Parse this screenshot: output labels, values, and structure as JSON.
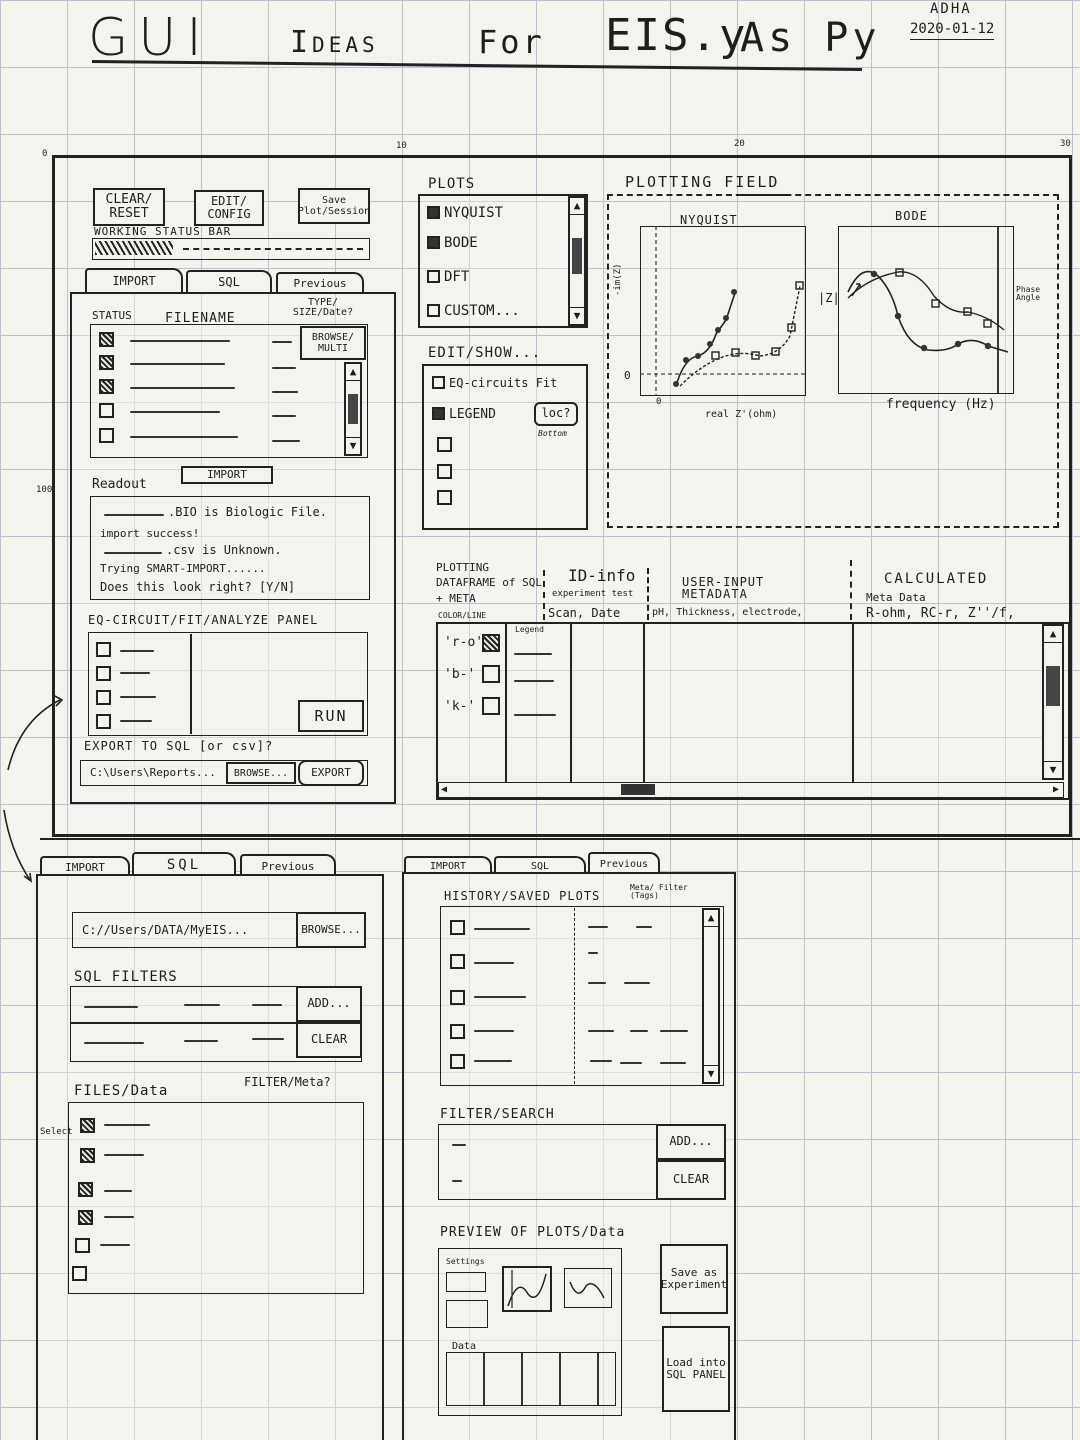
{
  "header": {
    "title_words": [
      "GUI",
      "Ideas",
      "For",
      "EIS.y",
      "As Py"
    ],
    "author": "ADHA",
    "date": "2020-01-12"
  },
  "ruler": {
    "marks": [
      "0",
      "10",
      "20",
      "30",
      "100"
    ]
  },
  "top_panel": {
    "buttons": {
      "clear": "CLEAR/ RESET",
      "edit": "EDIT/ CONFIG",
      "save": "Save Plot/Session"
    },
    "status_bar_label": "WORKING STATUS BAR",
    "tabs": [
      "IMPORT",
      "SQL",
      "Previous"
    ],
    "import": {
      "col_status": "STATUS",
      "col_filename": "FILENAME",
      "col_type": "TYPE/ SIZE/Date?",
      "browse": "BROWSE/ MULTI",
      "import_button": "IMPORT"
    },
    "readout": {
      "label": "Readout",
      "lines": [
        ".BIO is Biologic File.",
        "import success!",
        ".csv is Unknown.",
        "Trying SMART-IMPORT......",
        "Does this look right? [Y/N]"
      ]
    },
    "eq_panel": {
      "title": "EQ-CIRCUIT/FIT/ANALYZE PANEL",
      "run": "RUN"
    },
    "export": {
      "label": "EXPORT TO SQL [or csv]?",
      "path": "C:\\Users\\Reports...",
      "browse": "BROWSE...",
      "export": "EXPORT"
    }
  },
  "plots_list": {
    "title": "PLOTS",
    "items": [
      {
        "label": "NYQUIST",
        "checked": true
      },
      {
        "label": "BODE",
        "checked": true
      },
      {
        "label": "DFT",
        "checked": false
      },
      {
        "label": "CUSTOM...",
        "checked": false
      }
    ]
  },
  "edit_show": {
    "title": "EDIT/SHOW...",
    "items": [
      "EQ-circuits Fit",
      "LEGEND"
    ],
    "loc_button": "loc?",
    "loc_note": "Bottom"
  },
  "plotting_field": {
    "title": "PLOTTING FIELD",
    "nyquist": {
      "title": "NYQUIST",
      "xlabel": "real Z'(ohm)",
      "ylabel": "-im(Z)",
      "zero": "0"
    },
    "bode": {
      "title": "BODE",
      "xlabel": "frequency (Hz)",
      "ylabel_left": "|Z|",
      "ylabel_right": "Phase Angle"
    }
  },
  "dataframe": {
    "label": "PLOTTING DATAFRAME of SQL + META",
    "color_sub": "COLOR/LINE",
    "legend_sub": "Legend",
    "id_title": "ID-info",
    "id_sub": "experiment test",
    "id_cols": "Scan, Date",
    "user_title": "USER-INPUT METADATA",
    "user_cols": "pH, Thickness, electrode,",
    "calc_title": "CALCULATED",
    "calc_sub": "Meta Data",
    "calc_cols": "R-ohm, RC-r, Z''/f,",
    "rows": [
      "'r-o'",
      "'b-'",
      "'k-'"
    ]
  },
  "sql_panel": {
    "tabs": [
      "IMPORT",
      "SQL",
      "Previous"
    ],
    "path": "C://Users/DATA/MyEIS...",
    "browse": "BROWSE...",
    "filters_label": "SQL FILTERS",
    "add": "ADD...",
    "clear": "CLEAR",
    "files_label": "FILES/Data",
    "filter_meta": "FILTER/Meta?",
    "select_note": "Select"
  },
  "previous_panel": {
    "tabs": [
      "IMPORT",
      "SQL",
      "Previous"
    ],
    "history_label": "HISTORY/SAVED PLOTS",
    "meta_filter": "Meta/ Filter (Tags)",
    "filter_label": "FILTER/SEARCH",
    "add": "ADD...",
    "clear": "CLEAR",
    "preview_label": "PREVIEW OF PLOTS/Data",
    "settings": "Settings",
    "data": "Data",
    "save_exp": "Save as Experiment",
    "load_sql": "Load into SQL PANEL"
  }
}
